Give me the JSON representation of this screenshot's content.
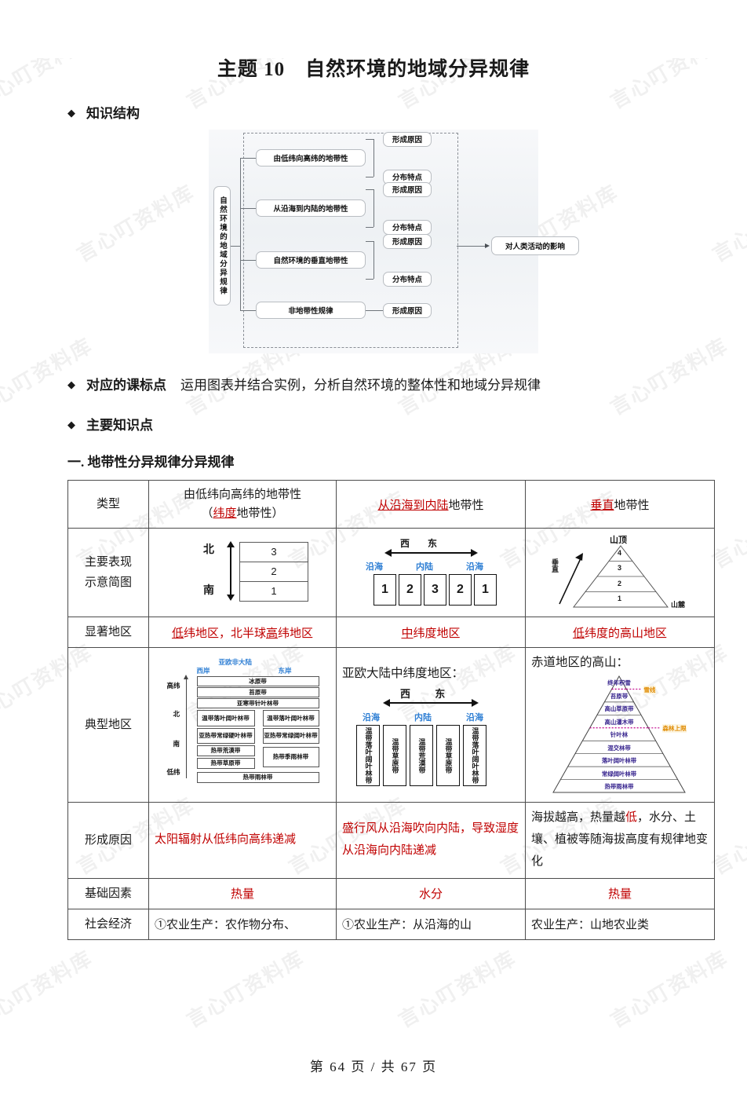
{
  "watermark": "言心叮资料库",
  "document": {
    "title": "主题 10　自然环境的地域分异规律",
    "footer": "第 64 页 / 共 67 页"
  },
  "sections": {
    "bullet_glyph": "◆",
    "knowledge_structure_label": "知识结构",
    "standard_label": "对应的课标点",
    "standard_text": "运用图表并结合实例，分析自然环境的整体性和地域分异规律",
    "main_points_label": "主要知识点",
    "heading_one": "一. 地带性分异规律分异规律"
  },
  "diagram": {
    "root": "自然环境的地域分异规律",
    "branches": [
      {
        "label": "由低纬向高纬的地带性",
        "children": [
          "形成原因",
          "分布特点"
        ]
      },
      {
        "label": "从沿海到内陆的地带性",
        "children": [
          "形成原因",
          "分布特点"
        ]
      },
      {
        "label": "自然环境的垂直地带性",
        "children": [
          "形成原因",
          "分布特点"
        ]
      },
      {
        "label": "非地带性规律",
        "children": [
          "形成原因"
        ]
      }
    ],
    "outcome": "对人类活动的影响"
  },
  "table": {
    "row_labels": {
      "type": "类型",
      "manifestation": "主要表现\n示意简图",
      "manifestation_line1": "主要表现",
      "manifestation_line2": "示意简图",
      "significant": "显著地区",
      "typical": "典型地区",
      "cause": "形成原因",
      "basis": "基础因素",
      "social": "社会经济"
    },
    "header": {
      "col1_line1_plain": "由低纬向高纬的地带性",
      "col1_line2_red": "纬度",
      "col1_line2_pre": "（",
      "col1_line2_post": "地带性）",
      "col2_red": "从沿海到内陆",
      "col2_plain": "地带性",
      "col3_red": "垂直",
      "col3_plain": "地带性"
    },
    "significant": {
      "col1": [
        {
          "t": "低",
          "red": true,
          "u": true
        },
        {
          "t": "纬地区，北半球",
          "red": true,
          "u": false
        },
        {
          "t": "高",
          "red": true,
          "u": true
        },
        {
          "t": "纬地区",
          "red": true,
          "u": false
        }
      ],
      "col2": [
        {
          "t": "中",
          "red": true,
          "u": true
        },
        {
          "t": "纬度地区",
          "red": true,
          "u": false
        }
      ],
      "col3": [
        {
          "t": "低",
          "red": true,
          "u": true
        },
        {
          "t": "纬度的高山地区",
          "red": true,
          "u": false
        }
      ]
    },
    "cause": {
      "col1": "太阳辐射从低纬向高纬递减",
      "col2": "盛行风从沿海吹向内陆，导致湿度从沿海向内陆递减",
      "col3_a": "海拔越高，热量越",
      "col3_red": "低",
      "col3_b": "，水分、土壤、植被等随海拔高度有规律地变化"
    },
    "basis": {
      "col1": "热量",
      "col2": "水分",
      "col3": "热量"
    },
    "social": {
      "col1": "①农业生产：农作物分布、",
      "col2": "①农业生产：从沿海的山",
      "col3": "农业生产：山地农业类"
    }
  },
  "schematic_lat": {
    "north": "北",
    "south": "南",
    "bands": [
      "3",
      "2",
      "1"
    ]
  },
  "schematic_coast": {
    "west": "西",
    "east": "东",
    "labels": [
      "沿海",
      "内陆",
      "沿海"
    ],
    "boxes": [
      "1",
      "2",
      "3",
      "2",
      "1"
    ]
  },
  "schematic_mountain": {
    "peak": "山顶",
    "foot": "山麓",
    "vertical_label": "垂直",
    "levels": [
      "4",
      "3",
      "2",
      "1"
    ]
  },
  "typical_belts": {
    "continent": "亚欧非大陆",
    "west_coast": "西岸",
    "east_coast": "东岸",
    "high_lat": "高纬",
    "low_lat": "低纬",
    "north": "北",
    "south": "南",
    "full_bands": [
      "冰原带",
      "苔原带",
      "亚寒带针叶林带"
    ],
    "west_bands": [
      "温带落叶阔叶林带",
      "亚热带常绿硬叶林带",
      "热带荒漠带",
      "热带草原带"
    ],
    "east_bands": [
      "温带落叶阔叶林带",
      "亚热带常绿阔叶林带",
      "热带季雨林带"
    ],
    "bottom_band": "热带雨林带"
  },
  "typical_coast": {
    "title": "亚欧大陆中纬度地区：",
    "west": "西",
    "east": "东",
    "labels": [
      "沿海",
      "内陆",
      "沿海"
    ],
    "boxes": [
      "温带落叶阔叶林带",
      "温带草原带",
      "温带荒漠带",
      "温带草原带",
      "温带落叶阔叶林带"
    ]
  },
  "typical_mountain": {
    "title": "赤道地区的高山：",
    "zones": [
      "终年积雪",
      "苔原带",
      "高山草原带",
      "高山灌木带",
      "针叶林",
      "混交林带",
      "落叶阔叶林带",
      "常绿阔叶林带",
      "热带雨林带"
    ],
    "snowline": "雪线",
    "forest_limit": "森林上限"
  },
  "colors": {
    "red": "#c00000",
    "blue": "#2f7fd4",
    "purple": "#33208c",
    "orange": "#e08a00"
  }
}
